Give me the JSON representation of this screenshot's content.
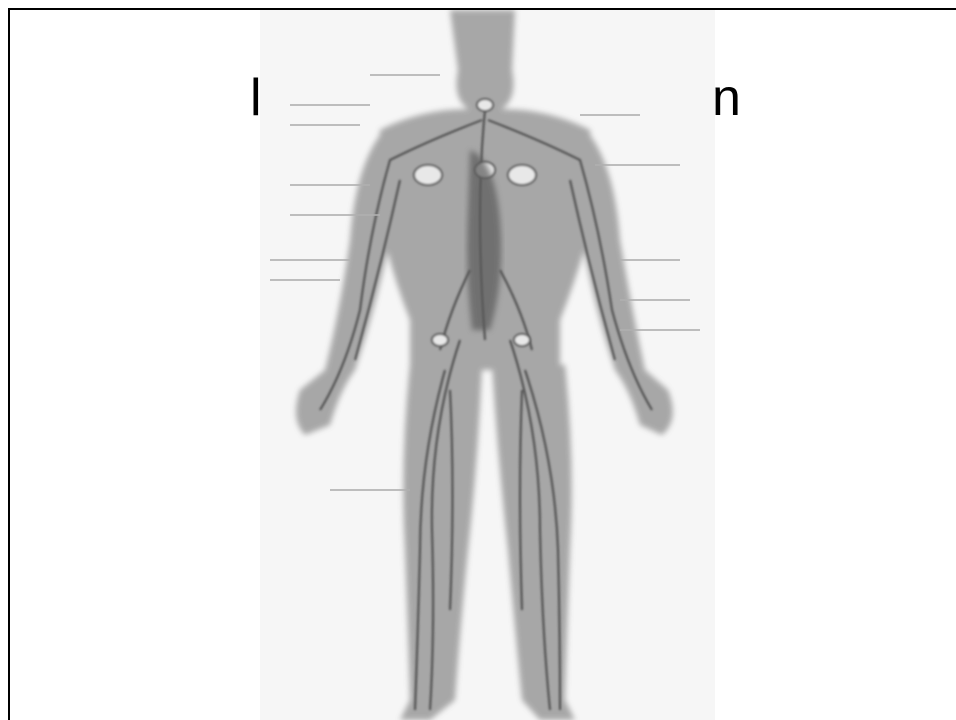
{
  "slide": {
    "title_left_fragment": "l",
    "title_right_fragment": "n"
  },
  "figure": {
    "subject": "lymphatic-system-body-diagram",
    "labels_legible": false
  },
  "colors": {
    "background": "#ffffff",
    "frame": "#000000",
    "figure_bg": "#f6f6f6",
    "body_tone": "#8a8a8a",
    "vessel_tone": "#4a4a4a"
  }
}
